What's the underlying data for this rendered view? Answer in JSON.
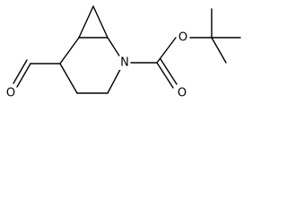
{
  "molecule": {
    "atoms": {
      "n_label": "N",
      "o_aldehyde_label": "O",
      "o_ester_label": "O",
      "o_carbonyl_label": "O"
    }
  }
}
